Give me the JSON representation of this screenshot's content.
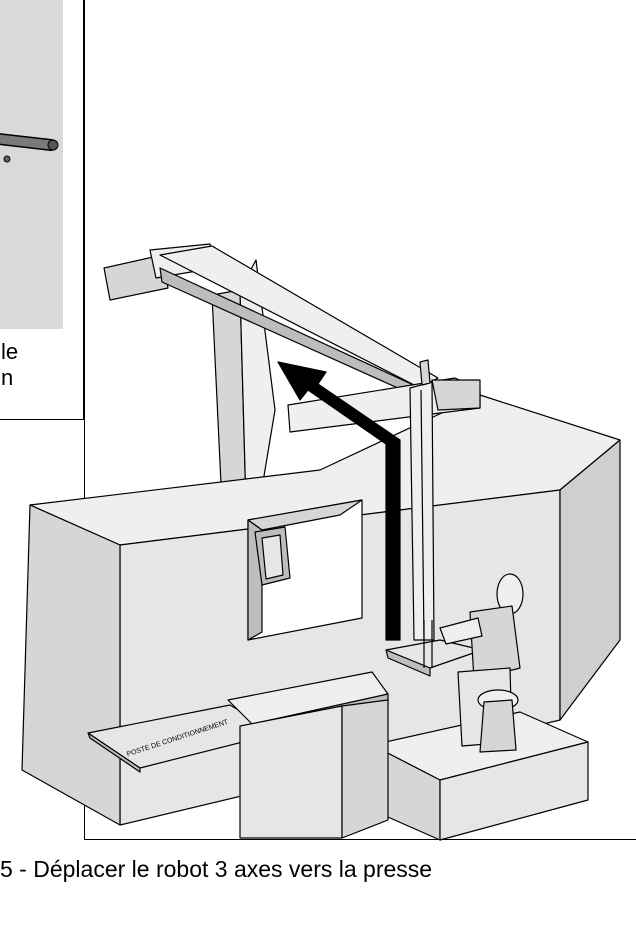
{
  "inset": {
    "text_line1": "le",
    "text_line2": "n"
  },
  "caption": "5 - Déplacer le robot 3 axes vers la presse",
  "station_label": "POSTE DE CONDITIONNEMENT",
  "colors": {
    "arrow": "#000000",
    "light_face": "#efefef",
    "mid_face": "#d6d6d6",
    "dark_face": "#bdbdbd",
    "outline": "#000000"
  }
}
